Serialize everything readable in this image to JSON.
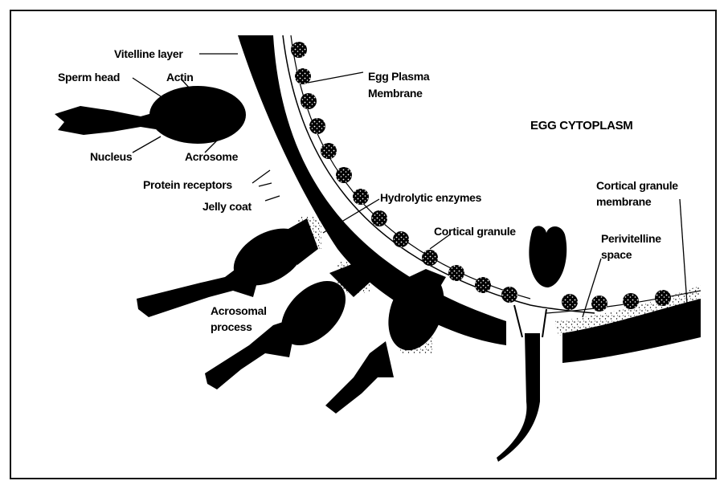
{
  "labels": {
    "vitelline_layer": "Vitelline layer",
    "sperm_head": "Sperm head",
    "actin": "Actin",
    "egg_plasma_membrane_1": "Egg Plasma",
    "egg_plasma_membrane_2": "Membrane",
    "egg_cytoplasm": "EGG CYTOPLASM",
    "nucleus": "Nucleus",
    "acrosome": "Acrosome",
    "protein_receptors": "Protein receptors",
    "jelly_coat": "Jelly coat",
    "hydrolytic_enzymes": "Hydrolytic enzymes",
    "cortical_granule": "Cortical granule",
    "cortical_granule_membrane_1": "Cortical granule",
    "cortical_granule_membrane_2": "membrane",
    "perivitelline_space_1": "Perivitelline",
    "perivitelline_space_2": "space",
    "acrosomal_process_1": "Acrosomal",
    "acrosomal_process_2": "process"
  },
  "colors": {
    "ink": "#000000",
    "background": "#ffffff"
  }
}
